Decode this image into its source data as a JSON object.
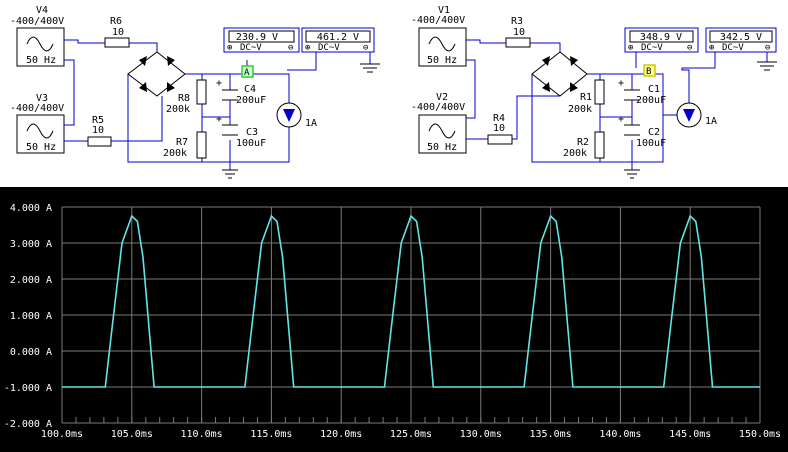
{
  "circuit_left": {
    "sources": [
      {
        "name": "V4",
        "range": "-400/400V",
        "freq": "50 Hz"
      },
      {
        "name": "V3",
        "range": "-400/400V",
        "freq": "50 Hz"
      }
    ],
    "resistors": [
      {
        "name": "R6",
        "value": "10"
      },
      {
        "name": "R5",
        "value": "10"
      },
      {
        "name": "R8",
        "value": "200k"
      },
      {
        "name": "R7",
        "value": "200k"
      }
    ],
    "capacitors": [
      {
        "name": "C4",
        "value": "200uF"
      },
      {
        "name": "C3",
        "value": "100uF"
      }
    ],
    "current_source": "1A",
    "probe": "A",
    "meters": [
      {
        "value": "230.9 V",
        "mode": "DC~V"
      },
      {
        "value": "461.2 V",
        "mode": "DC~V"
      }
    ]
  },
  "circuit_right": {
    "sources": [
      {
        "name": "V1",
        "range": "-400/400V",
        "freq": "50 Hz"
      },
      {
        "name": "V2",
        "range": "-400/400V",
        "freq": "50 Hz"
      }
    ],
    "resistors": [
      {
        "name": "R3",
        "value": "10"
      },
      {
        "name": "R4",
        "value": "10"
      },
      {
        "name": "R1",
        "value": "200k"
      },
      {
        "name": "R2",
        "value": "200k"
      }
    ],
    "capacitors": [
      {
        "name": "C1",
        "value": "200uF"
      },
      {
        "name": "C2",
        "value": "100uF"
      }
    ],
    "current_source": "1A",
    "probe": "B",
    "meters": [
      {
        "value": "348.9 V",
        "mode": "DC~V"
      },
      {
        "value": "342.5 V",
        "mode": "DC~V"
      }
    ]
  },
  "meter_symbols": {
    "plus": "⊕",
    "minus": "⊖"
  },
  "colors": {
    "trace": "#5fe6e6",
    "grid": "#7a7a7a",
    "axis_text": "#ffffff",
    "scope_bg": "#000000",
    "wire": "#0000cc",
    "probe_a": "#33cc33",
    "probe_b": "#ffff33"
  },
  "chart_data": {
    "type": "line",
    "title": "",
    "xlabel": "",
    "ylabel": "",
    "xlim": [
      100,
      150
    ],
    "ylim": [
      -2,
      4
    ],
    "x_ticks": [
      "100.0ms",
      "105.0ms",
      "110.0ms",
      "115.0ms",
      "120.0ms",
      "125.0ms",
      "130.0ms",
      "135.0ms",
      "140.0ms",
      "145.0ms",
      "150.0ms"
    ],
    "y_ticks": [
      "4.000 A",
      "3.000 A",
      "2.000 A",
      "1.000 A",
      "0.000 A",
      "-1.000 A",
      "-2.000 A"
    ],
    "grid": true,
    "series": [
      {
        "x": [
          100.0,
          103.1,
          103.6,
          104.3,
          105.0,
          105.4,
          105.8,
          106.6,
          150.0
        ],
        "y": [
          -1.0,
          -1.0,
          0.7,
          3.0,
          3.75,
          3.6,
          2.6,
          -1.0,
          -1.0
        ]
      }
    ],
    "period_ms": 10
  }
}
